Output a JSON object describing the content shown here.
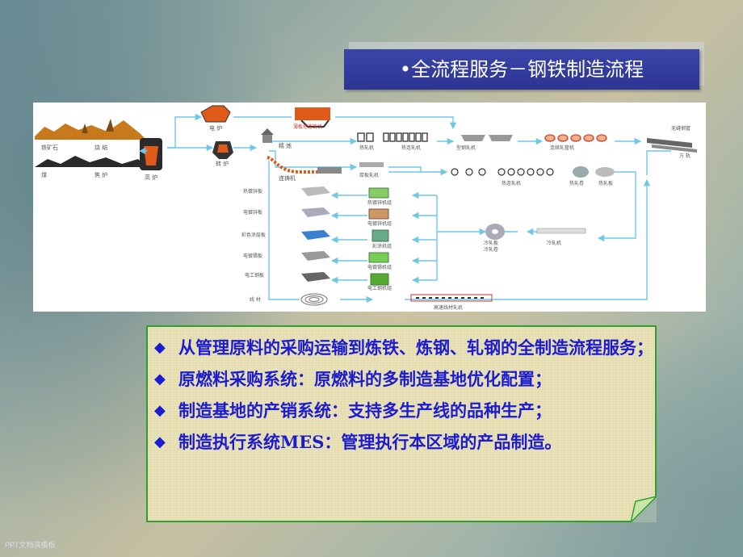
{
  "slide": {
    "title": "•全流程服务－钢铁制造流程",
    "footer": "PPT文档演模板"
  },
  "diagram": {
    "labels": {
      "ore": "铁矿石",
      "sinter": "烧 结",
      "coal": "煤",
      "coke": "焦 炉",
      "blast_furnace": "高 炉",
      "converter_top": "电 炉",
      "converter": "转 炉",
      "refine": "精 炼",
      "caster": "连铸机",
      "thin_slab": "薄板坯连铸机",
      "hot_roll": "热轧机",
      "section_mill": "型钢轧机",
      "hot_strip": "热连轧机",
      "tube_mill": "连续轧管机",
      "seamless": "无缝钢管",
      "tube": "方 轨",
      "plate_mill": "厚板轧机",
      "hot_coil": "热轧卷",
      "plate": "热轧板",
      "galv": "热镀锌板",
      "galv_line": "热镀锌机组",
      "electro": "电镀锌板",
      "electro_line": "电镀锌机组",
      "color": "彩色涂层板",
      "color_line": "彩涂机组",
      "tin": "电镀锡板",
      "tin_line": "电镀锡机组",
      "silicon": "电工钢板",
      "silicon_line": "电工钢机组",
      "wire": "线 材",
      "wire_mill": "高速线材轧机",
      "cold_roll": "冷轧机",
      "cold_products": "冷轧板",
      "cold_coil": "冷轧卷"
    }
  },
  "bullets": [
    "从管理原料的采购运输到炼铁、炼钢、轧钢的全制造流程服务；",
    "原燃料采购系统：原燃料的多制造基地优化配置；",
    "制造基地的产销系统：支持多生产线的品种生产；",
    "制造执行系统MES：管理执行本区域的产品制造。"
  ],
  "bullet_symbol": "◆",
  "colors": {
    "title_bg": "#2c3593",
    "note_bg": "#e9e1b7",
    "note_border": "#2fa02f",
    "bullet_text": "#1b1bd1",
    "flow_line": "#6fc7e6",
    "furnace": "#e05a1a"
  }
}
